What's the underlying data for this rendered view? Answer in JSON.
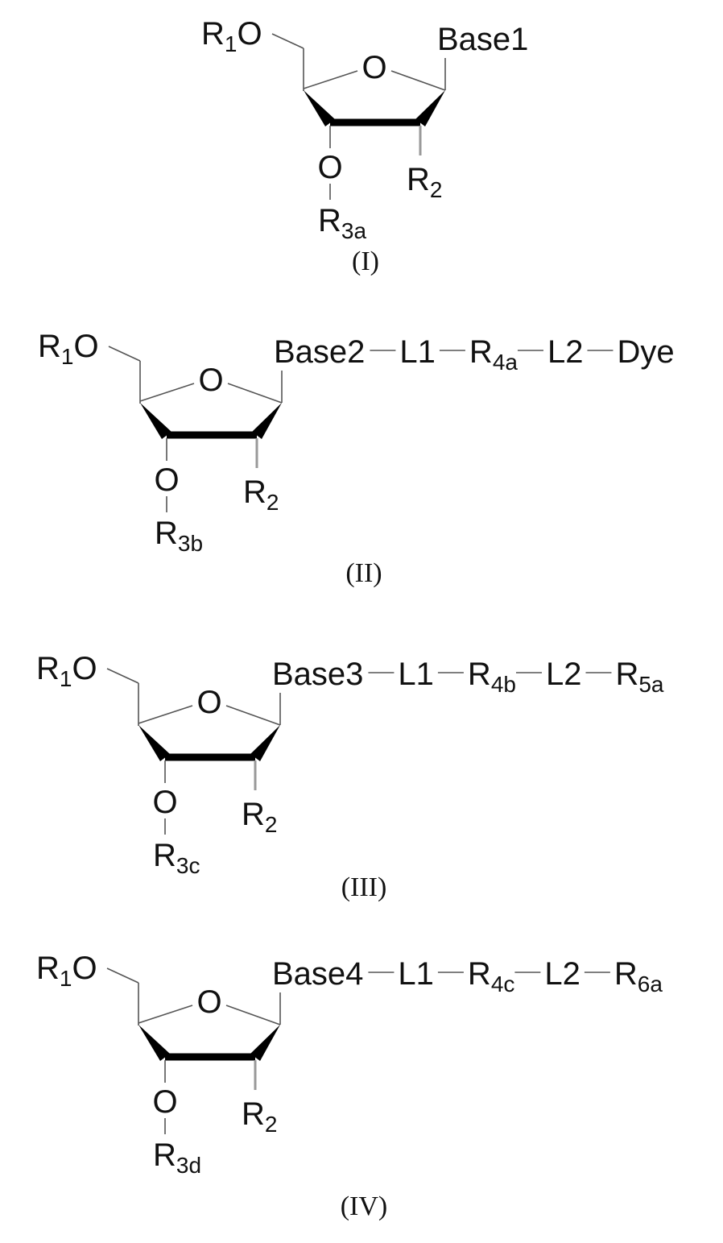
{
  "structures": [
    {
      "id": "I",
      "label": "(I)",
      "r1": {
        "main": "R",
        "sub": "1"
      },
      "o5": "O",
      "ring_o": "O",
      "o3": "O",
      "r3": {
        "main": "R",
        "sub": "3a"
      },
      "r2": {
        "main": "R",
        "sub": "2"
      },
      "base": "Base1",
      "chain": []
    },
    {
      "id": "II",
      "label": "(II)",
      "r1": {
        "main": "R",
        "sub": "1"
      },
      "o5": "O",
      "ring_o": "O",
      "o3": "O",
      "r3": {
        "main": "R",
        "sub": "3b"
      },
      "r2": {
        "main": "R",
        "sub": "2"
      },
      "base": "Base2",
      "chain": [
        {
          "main": "L1",
          "sub": ""
        },
        {
          "main": "R",
          "sub": "4a"
        },
        {
          "main": "L2",
          "sub": ""
        },
        {
          "main": "Dye",
          "sub": ""
        }
      ]
    },
    {
      "id": "III",
      "label": "(III)",
      "r1": {
        "main": "R",
        "sub": "1"
      },
      "o5": "O",
      "ring_o": "O",
      "o3": "O",
      "r3": {
        "main": "R",
        "sub": "3c"
      },
      "r2": {
        "main": "R",
        "sub": "2"
      },
      "base": "Base3",
      "chain": [
        {
          "main": "L1",
          "sub": ""
        },
        {
          "main": "R",
          "sub": "4b"
        },
        {
          "main": "L2",
          "sub": ""
        },
        {
          "main": "R",
          "sub": "5a"
        }
      ]
    },
    {
      "id": "IV",
      "label": "(IV)",
      "r1": {
        "main": "R",
        "sub": "1"
      },
      "o5": "O",
      "ring_o": "O",
      "o3": "O",
      "r3": {
        "main": "R",
        "sub": "3d"
      },
      "r2": {
        "main": "R",
        "sub": "2"
      },
      "base": "Base4",
      "chain": [
        {
          "main": "L1",
          "sub": ""
        },
        {
          "main": "R",
          "sub": "4c"
        },
        {
          "main": "L2",
          "sub": ""
        },
        {
          "main": "R",
          "sub": "6a"
        }
      ]
    }
  ]
}
